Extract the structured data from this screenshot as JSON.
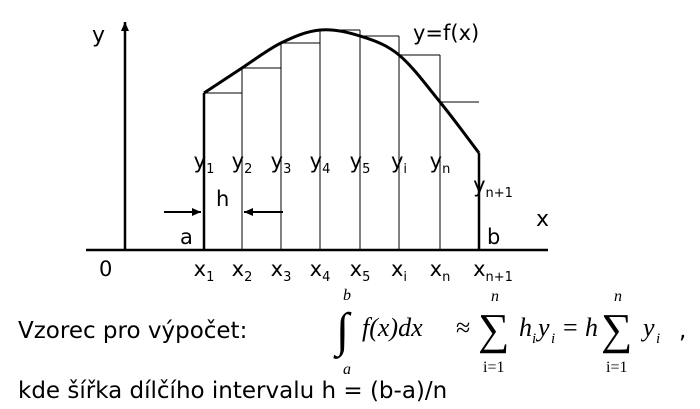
{
  "diagram": {
    "axis_y_label": "y",
    "axis_x_label": "x",
    "origin_label": "0",
    "curve_label": "y=f(x)",
    "interval_start_label": "a",
    "interval_end_label": "b",
    "step_label": "h",
    "y_labels": [
      {
        "base": "y",
        "sub": "1"
      },
      {
        "base": "y",
        "sub": "2"
      },
      {
        "base": "y",
        "sub": "3"
      },
      {
        "base": "y",
        "sub": "4"
      },
      {
        "base": "y",
        "sub": "5"
      },
      {
        "base": "y",
        "sub": "i"
      },
      {
        "base": "y",
        "sub": "n"
      },
      {
        "base": "y",
        "sub": "n+1"
      }
    ],
    "x_labels": [
      {
        "base": "x",
        "sub": "1"
      },
      {
        "base": "x",
        "sub": "2"
      },
      {
        "base": "x",
        "sub": "3"
      },
      {
        "base": "x",
        "sub": "4"
      },
      {
        "base": "x",
        "sub": "5"
      },
      {
        "base": "x",
        "sub": "i"
      },
      {
        "base": "x",
        "sub": "n"
      },
      {
        "base": "x",
        "sub": "n+1"
      }
    ]
  },
  "formula": {
    "label": "Vzorec pro výpočet:",
    "integral_upper": "b",
    "integral_lower": "a",
    "integrand": "f(x)dx",
    "approx": "≈",
    "sum_upper": "n",
    "sum_lower": "i=1",
    "term1_h": "h",
    "term1_h_sub": "i",
    "term1_y": "y",
    "term1_y_sub": "i",
    "equals": "=",
    "h": "h",
    "term2_y": "y",
    "term2_y_sub": "i",
    "comma": ","
  },
  "note": "kde šířka dílčího intervalu  h = (b-a)/n"
}
